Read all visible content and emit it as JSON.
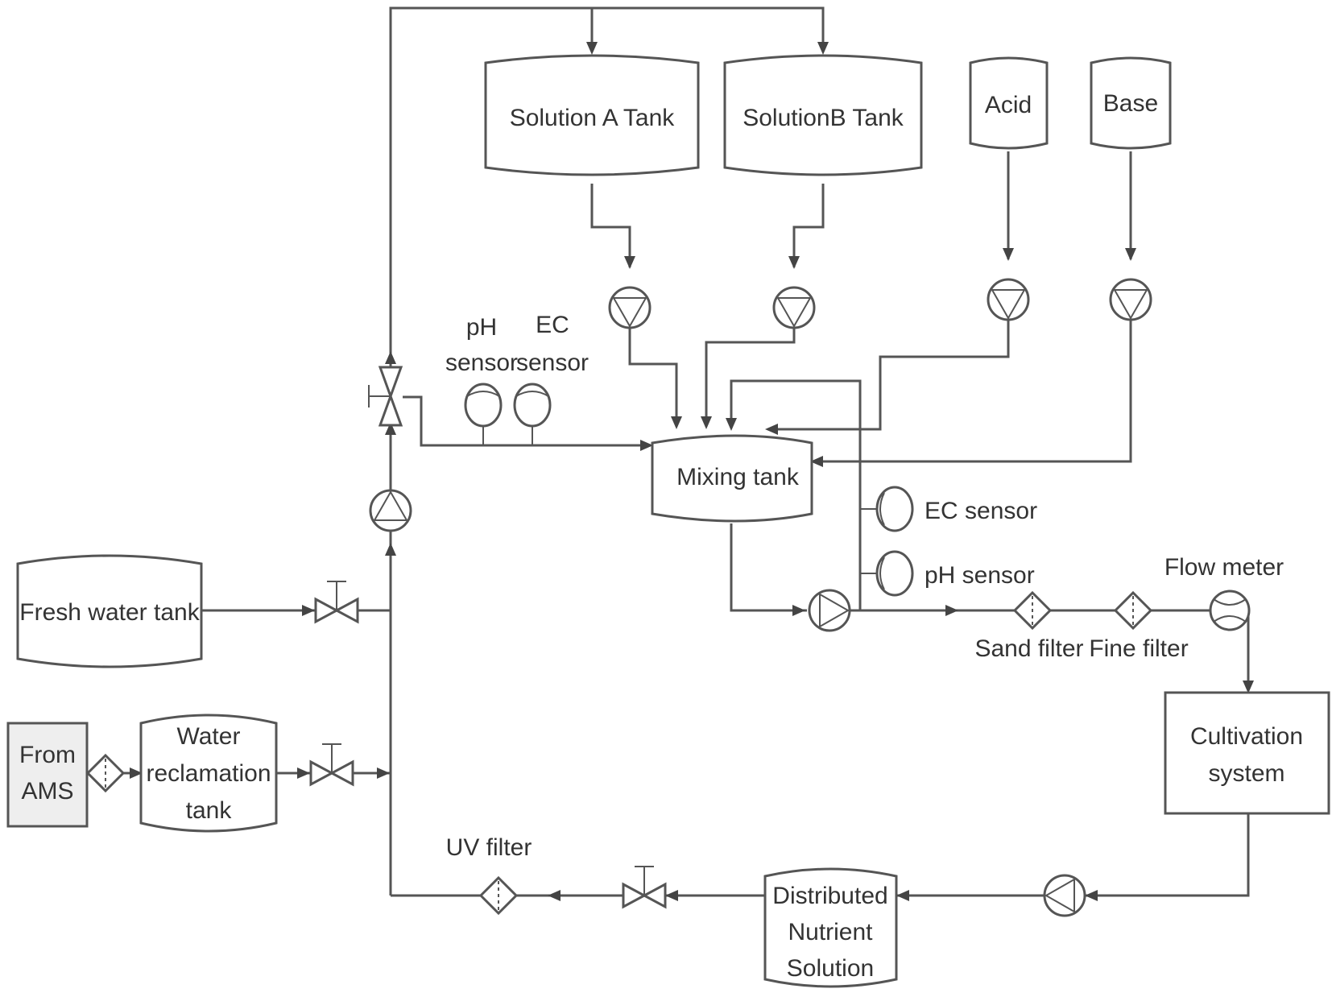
{
  "labels": {
    "solution_a_tank": "Solution A Tank",
    "solution_b_tank": "SolutionB Tank",
    "acid": "Acid",
    "base": "Base",
    "ph_sensor_top_1": "pH",
    "ph_sensor_top_2": "sensor",
    "ec_sensor_top_1": "EC",
    "ec_sensor_top_2": "sensor",
    "mixing_tank": "Mixing tank",
    "ec_sensor_right": "EC sensor",
    "ph_sensor_right": "pH sensor",
    "flow_meter": "Flow meter",
    "sand_filter": "Sand filter",
    "fine_filter": "Fine filter",
    "fresh_water_tank": "Fresh water tank",
    "from_ams_1": "From",
    "from_ams_2": "AMS",
    "water_reclamation_1": "Water",
    "water_reclamation_2": "reclamation",
    "water_reclamation_3": "tank",
    "cultivation_1": "Cultivation",
    "cultivation_2": "system",
    "uv_filter": "UV filter",
    "distributed_1": "Distributed",
    "distributed_2": "Nutrient",
    "distributed_3": "Solution"
  }
}
